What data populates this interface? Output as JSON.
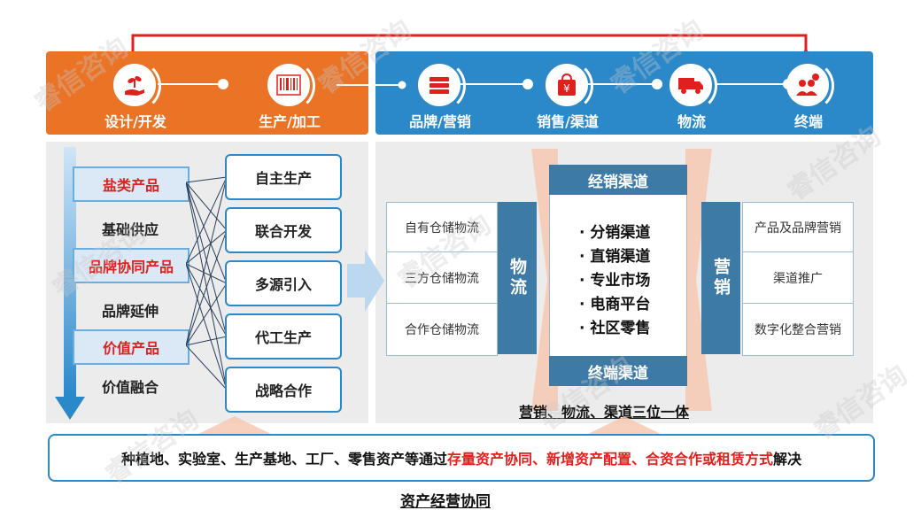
{
  "stages": [
    {
      "label": "设计/开发",
      "icon": "hand-plant-icon"
    },
    {
      "label": "生产/加工",
      "icon": "barcode-icon"
    },
    {
      "label": "品牌/营销",
      "icon": "books-icon"
    },
    {
      "label": "销售/渠道",
      "icon": "shopping-bag-yen-icon"
    },
    {
      "label": "物流",
      "icon": "truck-icon"
    },
    {
      "label": "终端",
      "icon": "users-money-icon"
    }
  ],
  "left_tags": [
    "盐类产品",
    "品牌协同产品",
    "价值产品"
  ],
  "left_texts": [
    "基础供应",
    "品牌延伸",
    "价值融合"
  ],
  "production_modes": [
    "自主生产",
    "联合开发",
    "多源引入",
    "代工生产",
    "战略合作"
  ],
  "logistics": {
    "header": "物流",
    "items": [
      "自有仓储物流",
      "三方仓储物流",
      "合作仓储物流"
    ]
  },
  "channels": {
    "top": "经销渠道",
    "items": [
      "· 分销渠道",
      "· 直销渠道",
      "· 专业市场",
      "· 电商平台",
      "· 社区零售"
    ],
    "bottom": "终端渠道"
  },
  "marketing": {
    "header": "营销",
    "items": [
      "产品及品牌营销",
      "渠道推广",
      "数字化整合营销"
    ]
  },
  "integration_caption": "营销、物流、渠道三位一体",
  "bottom_text": {
    "prefix": "种植地、实验室、生产基地、工厂、零售资产等通过",
    "highlight": "存量资产协同、新增资产配置、合资合作或租赁方式",
    "suffix": "解决"
  },
  "footer_title": "资产经营协同",
  "watermark": "睿信咨询",
  "colors": {
    "orange": "#ea7325",
    "blue": "#2b88c9",
    "red": "#e0201c",
    "dark_blue": "#3e7aa6"
  }
}
